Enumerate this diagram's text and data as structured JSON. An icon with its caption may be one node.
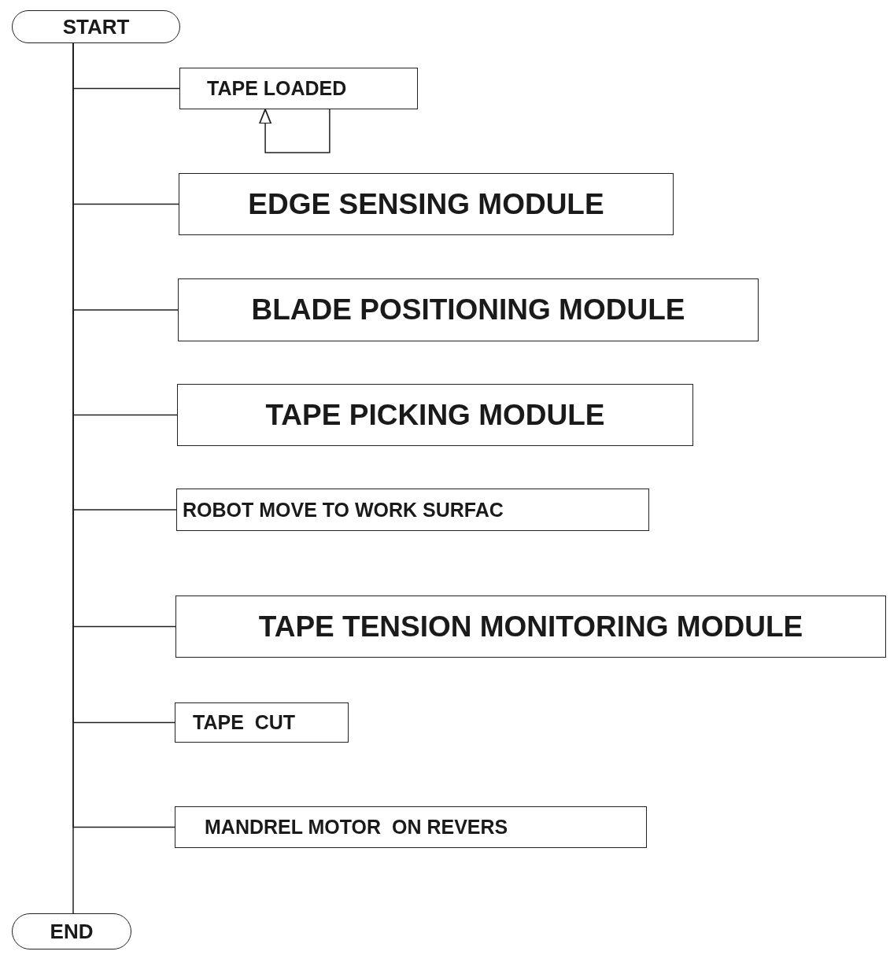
{
  "diagram": {
    "nodes": [
      {
        "text": [
          "START"
        ]
      },
      {
        "text": [
          "TAPE LOADED"
        ]
      },
      {
        "text": [
          "EDGE SENSING MODULE"
        ]
      },
      {
        "text": [
          "BLADE POSITIONING MODULE"
        ]
      },
      {
        "text": [
          "TAPE PICKING MODULE"
        ]
      },
      {
        "text": [
          "ROBOT MOVE TO WORK SURFAC"
        ]
      },
      {
        "text": [
          "TAPE TENSION MONITORING MODULE"
        ]
      },
      {
        "text": [
          "TAPE  CUT"
        ]
      },
      {
        "text": [
          "MANDREL MOTOR  ON REVERS"
        ]
      },
      {
        "text": [
          "END"
        ]
      }
    ],
    "edges": [
      {
        "from": 0,
        "to": 9,
        "arrow": "none"
      },
      {
        "from": 0,
        "to": 1,
        "arrow": "none"
      },
      {
        "from": 0,
        "to": 2,
        "arrow": "none"
      },
      {
        "from": 0,
        "to": 3,
        "arrow": "none"
      },
      {
        "from": 0,
        "to": 4,
        "arrow": "none"
      },
      {
        "from": 0,
        "to": 5,
        "arrow": "none"
      },
      {
        "from": 0,
        "to": 6,
        "arrow": "none"
      },
      {
        "from": 0,
        "to": 7,
        "arrow": "none"
      },
      {
        "from": 0,
        "to": 8,
        "arrow": "none"
      },
      {
        "from": 1,
        "to": 1,
        "arrow": "to"
      }
    ]
  }
}
